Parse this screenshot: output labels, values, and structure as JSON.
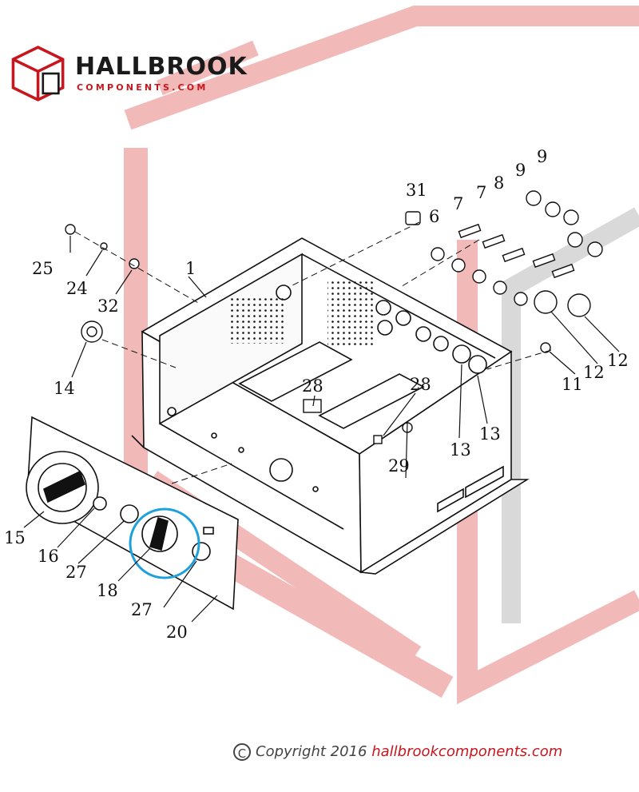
{
  "brand": {
    "name": "HALLBROOK",
    "sub": "COMPONENTS.COM",
    "colors": {
      "red": "#c8161e",
      "dark": "#1a1a1a"
    }
  },
  "callouts": [
    {
      "id": "p1",
      "label": "1"
    },
    {
      "id": "p6",
      "label": "6"
    },
    {
      "id": "p7a",
      "label": "7"
    },
    {
      "id": "p7b",
      "label": "7"
    },
    {
      "id": "p8",
      "label": "8"
    },
    {
      "id": "p9a",
      "label": "9"
    },
    {
      "id": "p9b",
      "label": "9"
    },
    {
      "id": "p11",
      "label": "11"
    },
    {
      "id": "p12a",
      "label": "12"
    },
    {
      "id": "p12b",
      "label": "12"
    },
    {
      "id": "p13a",
      "label": "13"
    },
    {
      "id": "p13b",
      "label": "13"
    },
    {
      "id": "p14",
      "label": "14"
    },
    {
      "id": "p15",
      "label": "15"
    },
    {
      "id": "p16",
      "label": "16"
    },
    {
      "id": "p18",
      "label": "18"
    },
    {
      "id": "p20",
      "label": "20"
    },
    {
      "id": "p24",
      "label": "24"
    },
    {
      "id": "p25",
      "label": "25"
    },
    {
      "id": "p27a",
      "label": "27"
    },
    {
      "id": "p27b",
      "label": "27"
    },
    {
      "id": "p28a",
      "label": "28"
    },
    {
      "id": "p28b",
      "label": "28"
    },
    {
      "id": "p29",
      "label": "29"
    },
    {
      "id": "p31",
      "label": "31"
    },
    {
      "id": "p32",
      "label": "32"
    }
  ],
  "highlight": {
    "part": "18",
    "color": "#1ea0dc"
  },
  "copyright": {
    "symbol": "C",
    "text": "Copyright 2016",
    "site": "hallbrookcomponents.com"
  }
}
